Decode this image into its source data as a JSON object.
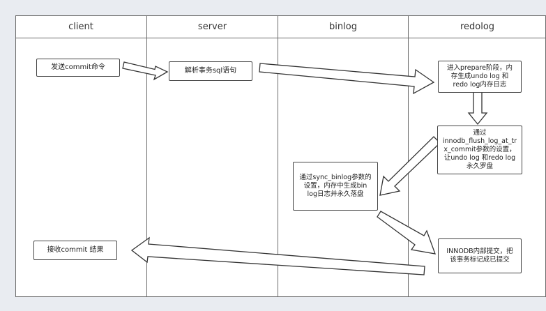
{
  "lanes": [
    {
      "name": "client"
    },
    {
      "name": "server"
    },
    {
      "name": "binlog"
    },
    {
      "name": "redolog"
    }
  ],
  "steps": {
    "send_commit": "发送commit命令",
    "parse_sql": "解析事务sql语句",
    "prepare": "进入prepare阶段，内\n存生成undo log 和\nredo log内存日志",
    "flush": "通过\ninnodb_flush_log_at_tr\nx_commit参数的设置，\n让undo log 和redo log\n永久罗盘",
    "binlog": "通过sync_binlog参数的\n设置，内存中生成bin\nlog日志并永久落盘",
    "innodb_commit": "INNODB内部提交，把\n该事务标记成已提交",
    "receive_result": "接收commit 结果"
  },
  "colors": {
    "line": "#6b6b6b",
    "arrow_fill": "#ffffff",
    "arrow_stroke": "#333333",
    "background": "#e9ecf1"
  }
}
